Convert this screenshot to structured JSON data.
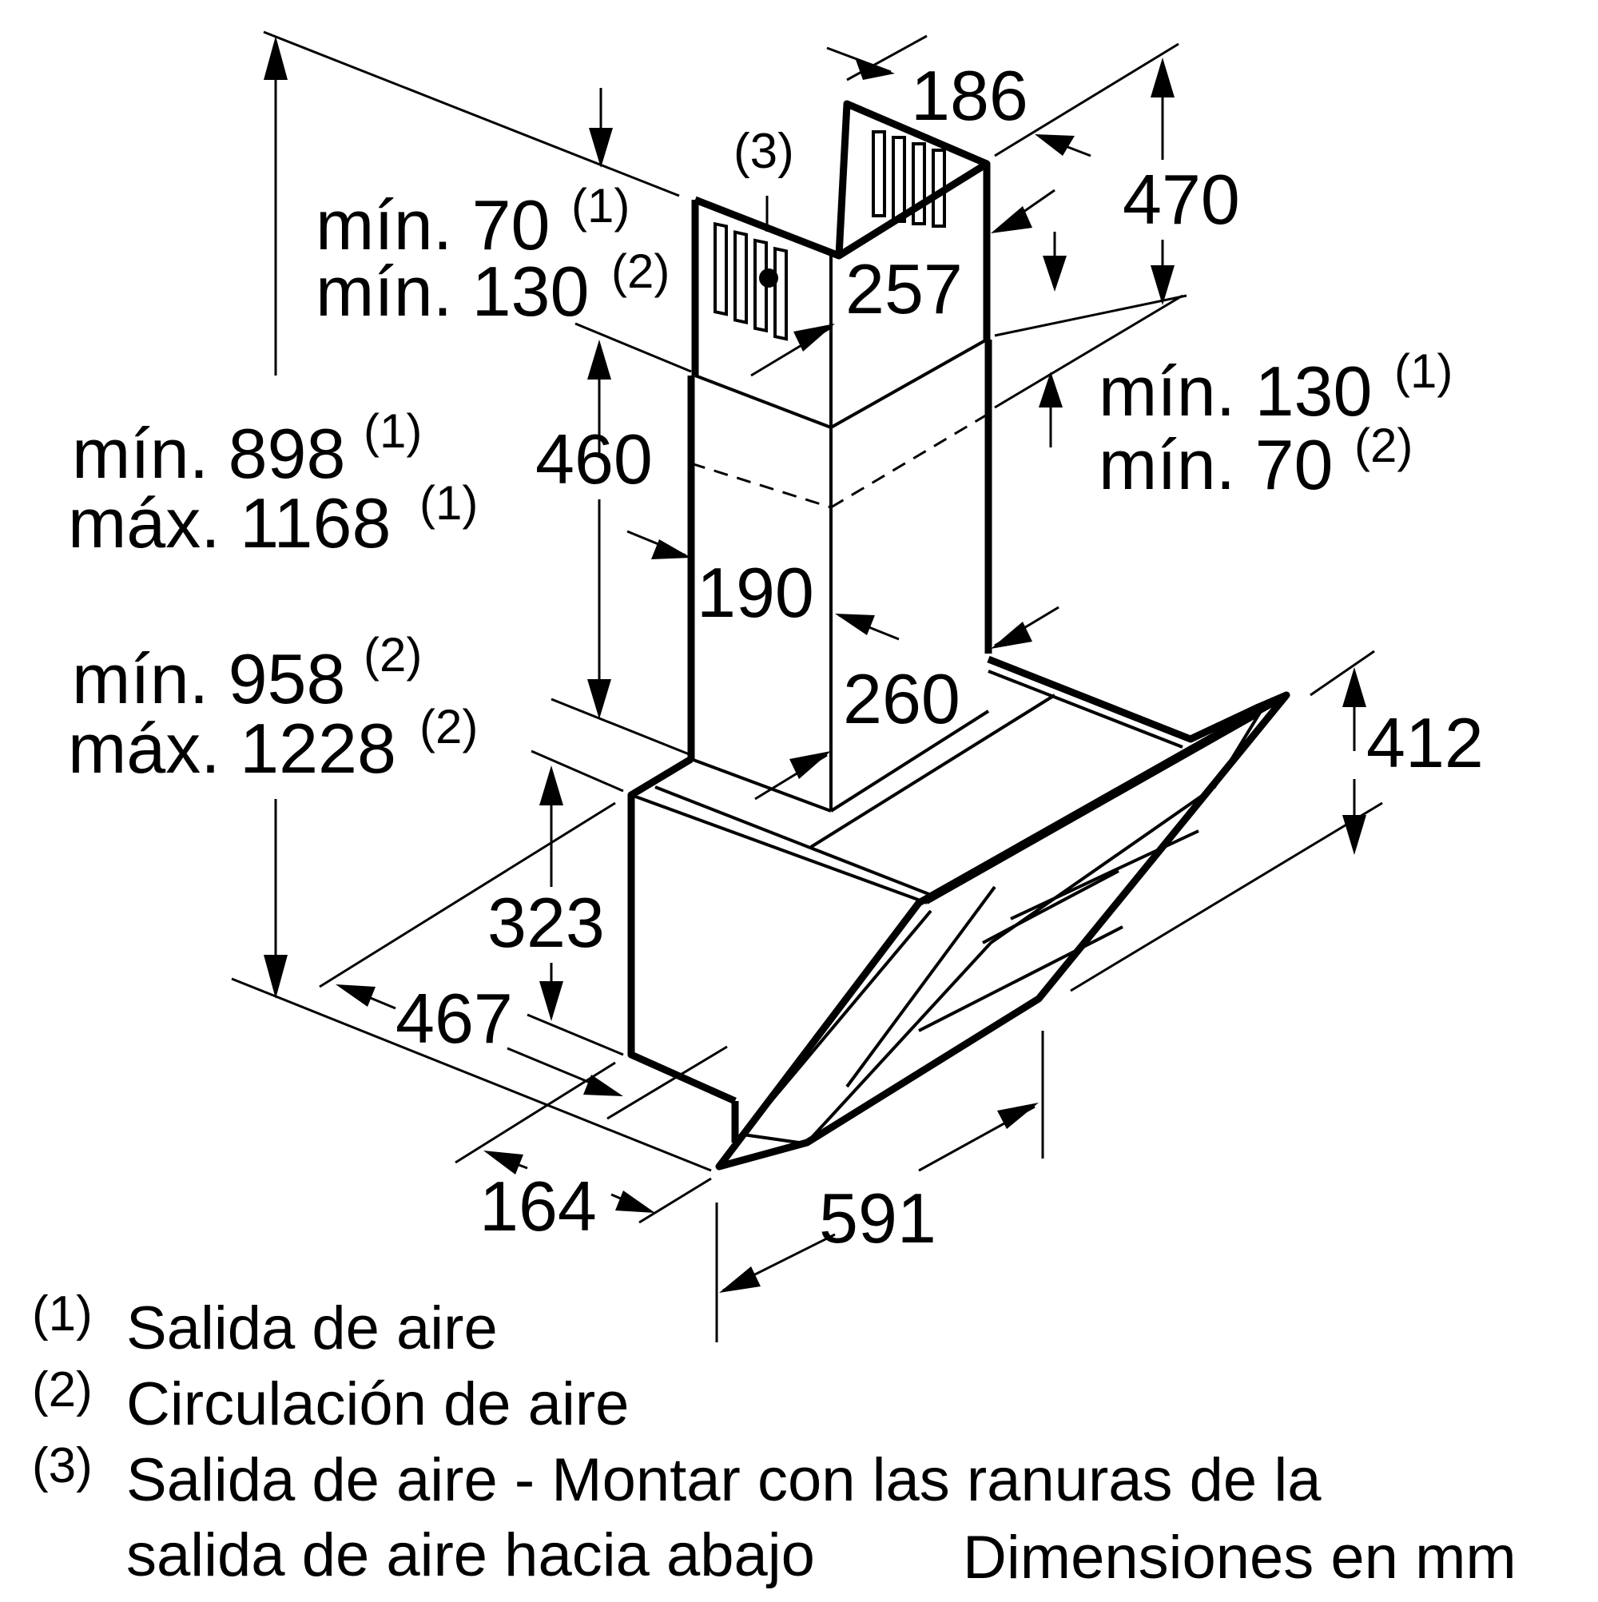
{
  "dimensions": {
    "d186": "186",
    "d470": "470",
    "d257": "257",
    "d3": "(3)",
    "min70_1": "mín. 70",
    "min130_2": "mín. 130",
    "min130_1r": "mín. 130",
    "min70_2r": "mín. 70",
    "min898": "mín. 898",
    "max1168": "máx. 1168",
    "d460": "460",
    "d190": "190",
    "d260": "260",
    "min958": "mín. 958",
    "max1228": "máx. 1228",
    "d412": "412",
    "d323": "323",
    "d467": "467",
    "d164": "164",
    "d591": "591"
  },
  "superscripts": {
    "s1": "(1)",
    "s2": "(2)"
  },
  "legend": [
    {
      "marker": "(1)",
      "text": "Salida de aire"
    },
    {
      "marker": "(2)",
      "text": "Circulación de aire"
    },
    {
      "marker": "(3)",
      "text": "Salida de aire - Montar con las ranuras de la"
    },
    {
      "marker": "",
      "text": "salida de aire hacia abajo"
    }
  ],
  "units_note": "Dimensiones en mm"
}
